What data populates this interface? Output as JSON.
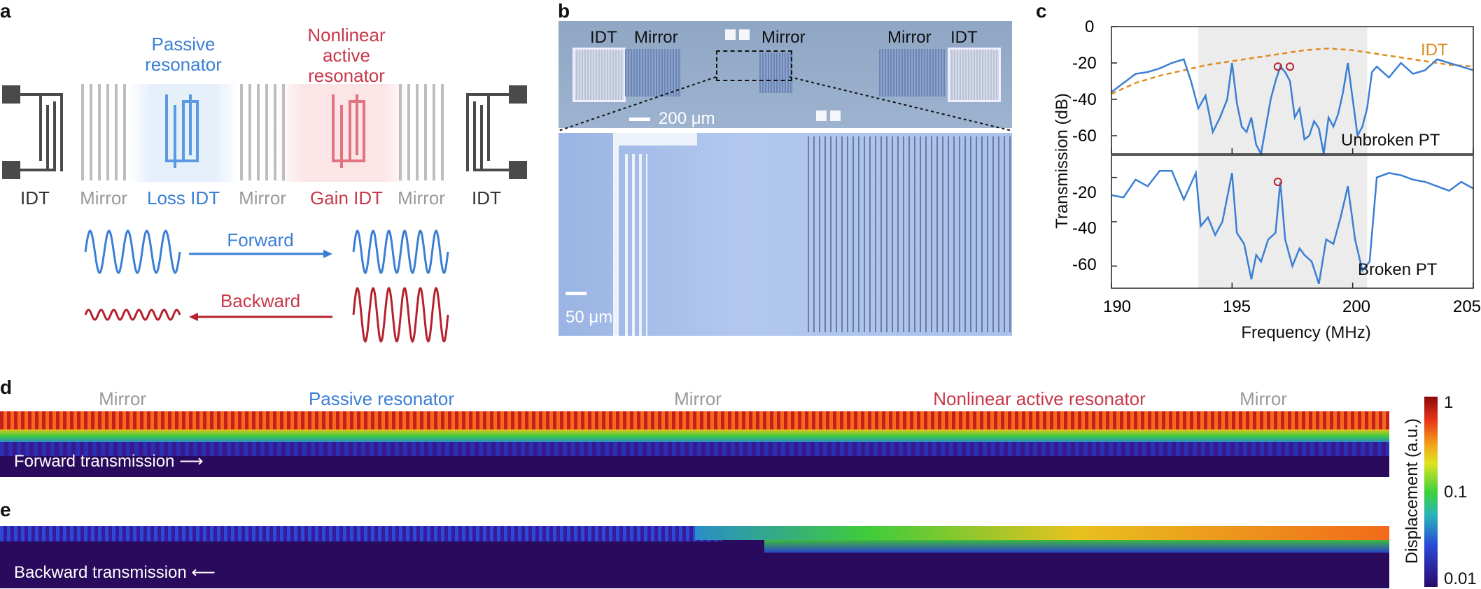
{
  "panels": {
    "a": "a",
    "b": "b",
    "c": "c",
    "d": "d",
    "e": "e"
  },
  "panel_a": {
    "passive_resonator": [
      "Passive",
      "resonator"
    ],
    "active_resonator": [
      "Nonlinear",
      "active",
      "resonator"
    ],
    "labels": {
      "idt_left": "IDT",
      "mirror1": "Mirror",
      "loss_idt": "Loss IDT",
      "mirror2": "Mirror",
      "gain_idt": "Gain IDT",
      "mirror3": "Mirror",
      "idt_right": "IDT"
    },
    "forward": "Forward",
    "backward": "Backward",
    "colors": {
      "blue": "#3b7fd4",
      "red": "#b5222e",
      "gray": "#9a9a9a",
      "dark": "#4a4a4a",
      "passive_bg": "#e6f0fb",
      "active_bg": "#fbe5e7"
    }
  },
  "panel_b": {
    "labels": {
      "idt_l": "IDT",
      "mirror_l": "Mirror",
      "mirror_c": "Mirror",
      "mirror_r": "Mirror",
      "idt_r": "IDT"
    },
    "scale_top": "200 μm",
    "scale_bottom": "50 μm"
  },
  "panel_c": {
    "ylabel": "Transmission (dB)",
    "xlabel": "Frequency (MHz)",
    "idt_label": "IDT",
    "top_label": "Unbroken PT",
    "bottom_label": "Broken PT",
    "xticks": [
      "190",
      "195",
      "200",
      "205"
    ],
    "yticks_top": [
      "0",
      "-20",
      "-40",
      "-60"
    ],
    "yticks_bottom": [
      "-20",
      "-40",
      "-60"
    ]
  },
  "chart_data": [
    {
      "type": "line",
      "title": "",
      "xlabel": "Frequency (MHz)",
      "ylabel": "Transmission (dB)",
      "xlim": [
        190,
        205
      ],
      "ylim": [
        -70,
        0
      ],
      "annotation": "Unbroken PT",
      "shaded_region": [
        193.6,
        200.6
      ],
      "series": [
        {
          "name": "IDT",
          "style": "dashed",
          "color": "#e08a1e",
          "x": [
            190,
            191,
            192,
            193,
            194,
            195,
            196,
            197,
            198,
            199,
            200,
            201,
            202,
            203,
            204,
            205
          ],
          "y": [
            -37,
            -31,
            -27,
            -24,
            -21,
            -19,
            -17,
            -15,
            -13,
            -12,
            -13,
            -15,
            -17,
            -19,
            -21,
            -22
          ]
        },
        {
          "name": "",
          "style": "solid",
          "color": "#3b7fd4",
          "x": [
            190,
            190.5,
            191,
            191.5,
            192,
            192.5,
            193,
            193.3,
            193.6,
            193.9,
            194.2,
            194.5,
            194.8,
            195,
            195.2,
            195.4,
            195.6,
            195.8,
            196,
            196.2,
            196.4,
            196.6,
            196.8,
            197,
            197.2,
            197.4,
            197.6,
            197.8,
            198,
            198.2,
            198.4,
            198.6,
            198.8,
            199,
            199.2,
            199.4,
            199.6,
            199.8,
            200,
            200.2,
            200.4,
            200.6,
            200.8,
            201,
            201.5,
            202,
            202.5,
            203,
            203.5,
            204,
            204.5,
            205
          ],
          "y": [
            -36,
            -31,
            -26,
            -25,
            -23,
            -20,
            -18,
            -30,
            -45,
            -38,
            -58,
            -50,
            -40,
            -20,
            -42,
            -55,
            -58,
            -50,
            -65,
            -70,
            -55,
            -40,
            -30,
            -22,
            -25,
            -30,
            -50,
            -45,
            -62,
            -60,
            -52,
            -56,
            -70,
            -50,
            -55,
            -48,
            -36,
            -20,
            -40,
            -60,
            -55,
            -45,
            -25,
            -22,
            -28,
            -20,
            -26,
            -24,
            -18,
            -20,
            -22,
            -24
          ]
        }
      ],
      "markers": [
        {
          "x": 196.9,
          "y": -22
        },
        {
          "x": 197.4,
          "y": -22
        }
      ]
    },
    {
      "type": "line",
      "title": "",
      "xlabel": "Frequency (MHz)",
      "ylabel": "Transmission (dB)",
      "xlim": [
        190,
        205
      ],
      "ylim": [
        -70,
        -10
      ],
      "annotation": "Broken PT",
      "shaded_region": [
        193.6,
        200.6
      ],
      "series": [
        {
          "name": "",
          "style": "solid",
          "color": "#3b7fd4",
          "x": [
            190,
            190.5,
            191,
            191.5,
            192,
            192.5,
            193,
            193.5,
            193.7,
            194,
            194.3,
            194.6,
            195,
            195.2,
            195.5,
            195.8,
            196,
            196.2,
            196.5,
            196.8,
            197,
            197.2,
            197.5,
            197.8,
            198,
            198.3,
            198.6,
            198.9,
            199.2,
            199.5,
            199.8,
            200.1,
            200.4,
            200.7,
            201,
            201.5,
            202,
            202.5,
            203,
            203.5,
            204,
            204.5,
            205
          ],
          "y": [
            -28,
            -29,
            -21,
            -24,
            -17,
            -17,
            -30,
            -18,
            -42,
            -38,
            -46,
            -40,
            -18,
            -45,
            -50,
            -66,
            -55,
            -58,
            -48,
            -45,
            -22,
            -48,
            -60,
            -52,
            -55,
            -58,
            -68,
            -48,
            -50,
            -38,
            -24,
            -48,
            -62,
            -58,
            -20,
            -18,
            -19,
            -21,
            -22,
            -24,
            -26,
            -22,
            -25
          ]
        }
      ],
      "markers": [
        {
          "x": 196.9,
          "y": -22
        }
      ]
    }
  ],
  "panel_d": {
    "labels": {
      "mirror1": "Mirror",
      "passive": "Passive resonator",
      "mirror2": "Mirror",
      "active": "Nonlinear active resonator",
      "mirror3": "Mirror"
    },
    "caption": "Forward transmission"
  },
  "panel_e": {
    "caption": "Backward transmission"
  },
  "colorbar": {
    "label": "Displacement (a.u.)",
    "ticks": [
      "1",
      "0.1",
      "0.01"
    ]
  }
}
